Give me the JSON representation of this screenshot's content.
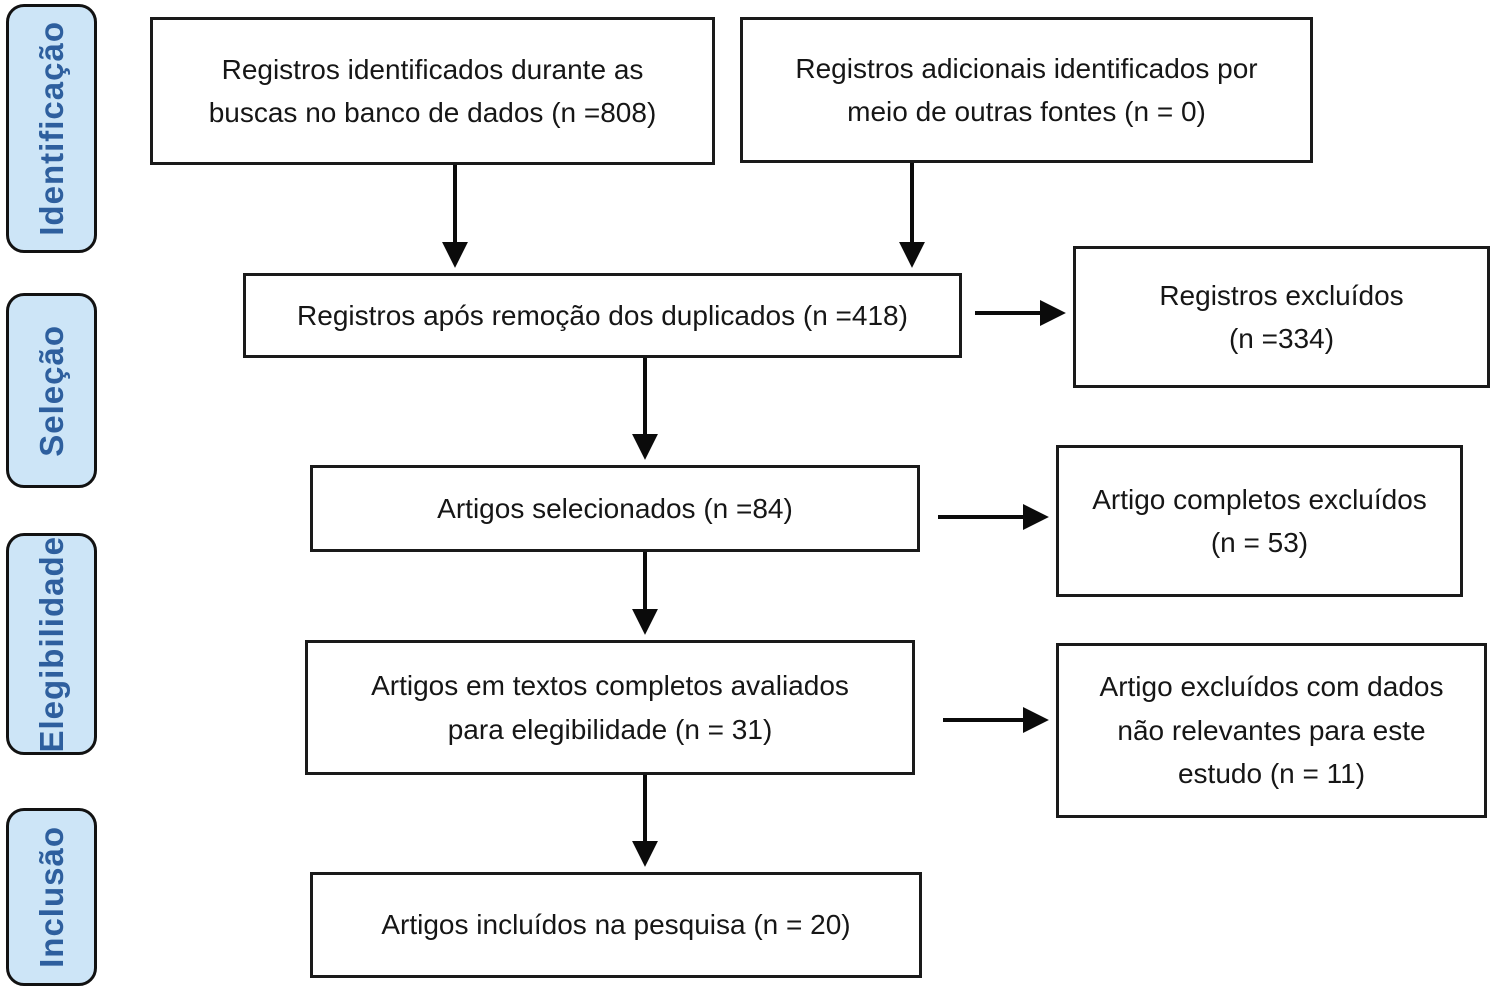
{
  "sidebar": {
    "stages": [
      {
        "label": "Identificação"
      },
      {
        "label": "Seleção"
      },
      {
        "label": "Elegibilidade"
      },
      {
        "label": "Inclusão"
      }
    ]
  },
  "flow": {
    "identified": {
      "text": "Registros identificados durante as\nbuscas no banco de dados (n =808)"
    },
    "additional": {
      "text": "Registros adicionais identificados por\nmeio de outras fontes (n = 0)"
    },
    "deduplicated": {
      "text": "Registros após remoção dos duplicados (n =418)"
    },
    "records_excluded": {
      "text": "Registros excluídos\n(n =334)"
    },
    "screened": {
      "text": "Artigos selecionados (n =84)"
    },
    "fulltext_excluded": {
      "text": "Artigo completos excluídos\n(n = 53)"
    },
    "eligibility": {
      "text": "Artigos em textos completos avaliados\npara elegibilidade (n = 31)"
    },
    "irrelevant_excluded": {
      "text": "Artigo excluídos com dados\nnão relevantes para este\nestudo (n = 11)"
    },
    "included": {
      "text": "Artigos incluídos na pesquisa (n = 20)"
    }
  },
  "colors": {
    "stage_bg": "#cde5f7",
    "stage_text": "#2e5f9e",
    "box_border": "#1a1a1a",
    "page_bg": "#ffffff"
  }
}
